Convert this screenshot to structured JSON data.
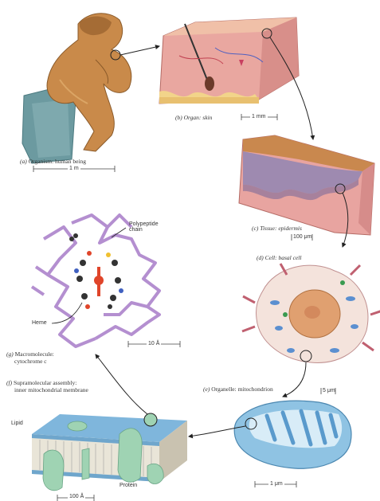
{
  "captions": {
    "a_label": "(a)",
    "a_text": "Organism: human being",
    "b_label": "(b)",
    "b_text": "Organ: skin",
    "c_label": "(c)",
    "c_text": "Tissue: epidermis",
    "d_label": "(d)",
    "d_text": "Cell: basal cell",
    "e_label": "(e)",
    "e_text": "Organelle: mitochondrion",
    "f_label": "(f)",
    "f_text_1": "Supramolecular assembly:",
    "f_text_2": "inner mitochondrial membrane",
    "g_label": "(g)",
    "g_text_1": "Macromolecule:",
    "g_text_2": "cytochrome c"
  },
  "scale_bars": {
    "organism": "1 m",
    "skin": "1 mm",
    "epidermis": "100 μm",
    "cell": "5 μm",
    "mitochondrion": "1 μm",
    "cytochrome": "10 Å",
    "membrane": "100 Å"
  },
  "labels": {
    "polypeptide_1": "Polypeptide",
    "polypeptide_2": "chain",
    "heme": "Heme",
    "lipid": "Lipid",
    "protein": "Protein"
  },
  "colors": {
    "skin_pink": "#e9a7a0",
    "bronze": "#c98a4a",
    "stone": "#6c9aa0",
    "helix_purple": "#b48fd0",
    "heme_red": "#e0452a",
    "mito_blue": "#8fc3e3",
    "protein_green": "#9fd3b3",
    "membrane_blue": "#7fb6dc",
    "arrow": "#222222"
  }
}
